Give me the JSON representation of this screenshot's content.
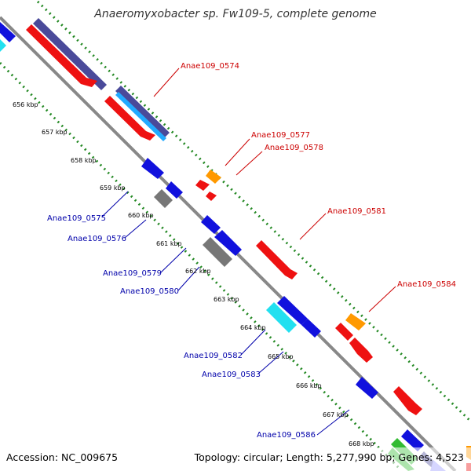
{
  "title": "Anaeromyxobacter sp. Fw109-5, complete genome",
  "footer": {
    "accession": "Accession: NC_009675",
    "summary": "Topology: circular; Length: 5,277,990 bp; Genes: 4,523"
  },
  "colors": {
    "red": "#ee1111",
    "blue": "#1111dd",
    "navy": "#4a4a9a",
    "cyan": "#22e0f0",
    "gray": "#777777",
    "orange": "#ff9900",
    "green": "#33bb33",
    "backbone": "#888888",
    "ticks": "#228822",
    "label_red": "#cc0000",
    "label_blue": "#0000aa"
  },
  "ruler": [
    {
      "label": "656 kbp"
    },
    {
      "label": "657 kbp"
    },
    {
      "label": "658 kbp"
    },
    {
      "label": "659 kbp"
    },
    {
      "label": "660 kbp"
    },
    {
      "label": "661 kbp"
    },
    {
      "label": "662 kbp"
    },
    {
      "label": "663 kbp"
    },
    {
      "label": "664 kbp"
    },
    {
      "label": "665 kbp"
    },
    {
      "label": "666 kbp"
    },
    {
      "label": "667 kbp"
    },
    {
      "label": "668 kbp"
    }
  ],
  "gene_labels": [
    {
      "text": "Anae109_0574",
      "strand": "forward"
    },
    {
      "text": "Anae109_0577",
      "strand": "forward"
    },
    {
      "text": "Anae109_0578",
      "strand": "forward"
    },
    {
      "text": "Anae109_0581",
      "strand": "forward"
    },
    {
      "text": "Anae109_0584",
      "strand": "forward"
    },
    {
      "text": "Anae109_0575",
      "strand": "reverse"
    },
    {
      "text": "Anae109_0576",
      "strand": "reverse"
    },
    {
      "text": "Anae109_0579",
      "strand": "reverse"
    },
    {
      "text": "Anae109_0580",
      "strand": "reverse"
    },
    {
      "text": "Anae109_0582",
      "strand": "reverse"
    },
    {
      "text": "Anae109_0583",
      "strand": "reverse"
    },
    {
      "text": "Anae109_0586",
      "strand": "reverse"
    }
  ]
}
